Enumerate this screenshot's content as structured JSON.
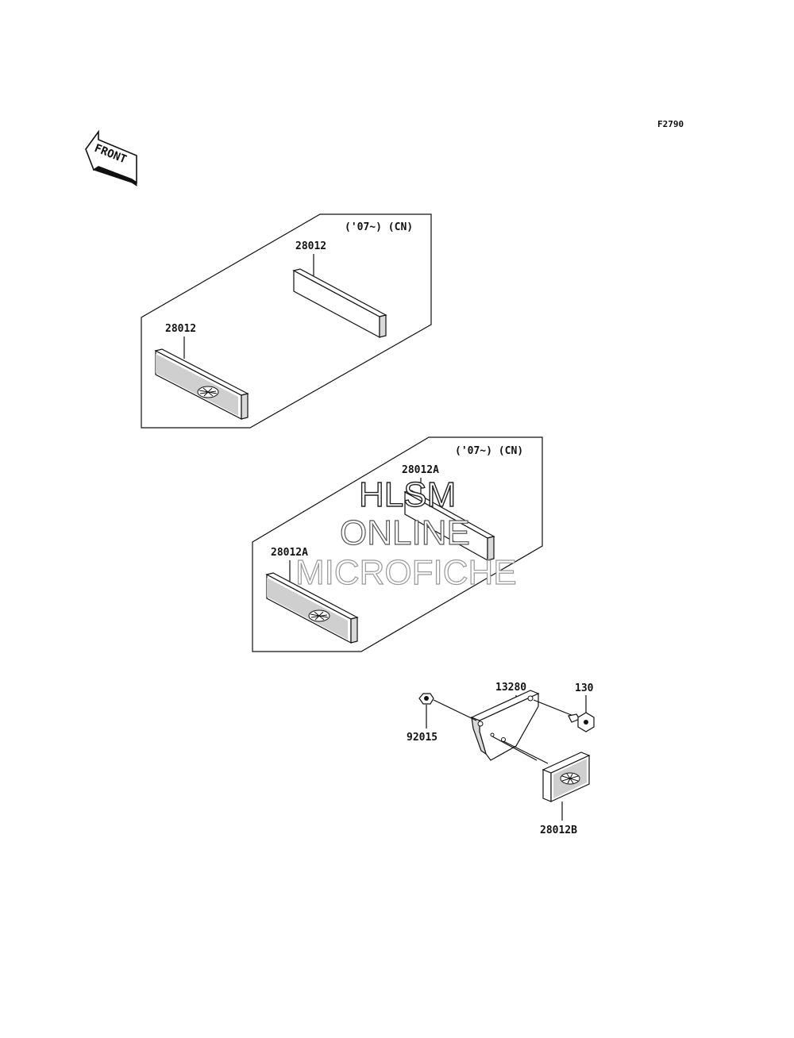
{
  "figure_id": "F2790",
  "front_label": "FRONT",
  "groups": [
    {
      "condition": "('07~) (CN)",
      "parts": [
        "28012",
        "28012"
      ]
    },
    {
      "condition": "('07~) (CN)",
      "parts": [
        "28012A",
        "28012A"
      ]
    }
  ],
  "bracket_parts": {
    "bracket": "13280",
    "bolt": "130",
    "nut": "92015",
    "reflector": "28012B"
  },
  "watermark": {
    "line1": "HLSM",
    "line2": "ONLINE",
    "line3": "MICROFICHE"
  }
}
